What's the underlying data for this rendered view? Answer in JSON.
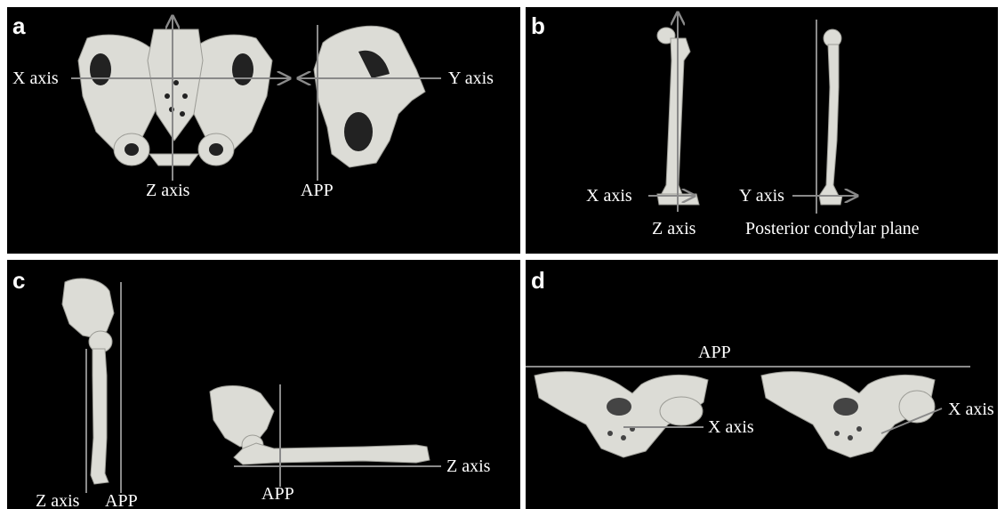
{
  "colors": {
    "background": "#000000",
    "separator": "#ffffff",
    "axis_line": "#8a8a8a",
    "bone": "#dcdcd6",
    "text": "#ffffff"
  },
  "panels": {
    "a": {
      "letter": "a",
      "labels": {
        "x_axis": "X axis",
        "z_axis": "Z axis",
        "y_axis": "Y axis",
        "app": "APP"
      }
    },
    "b": {
      "letter": "b",
      "labels": {
        "x_axis": "X axis",
        "z_axis": "Z axis",
        "y_axis": "Y axis",
        "posterior_condylar_plane": "Posterior condylar plane"
      }
    },
    "c": {
      "letter": "c",
      "labels": {
        "z_axis_left": "Z axis",
        "app_left": "APP",
        "app_center": "APP",
        "z_axis_right": "Z axis"
      }
    },
    "d": {
      "letter": "d",
      "labels": {
        "app": "APP",
        "x_axis_left": "X axis",
        "x_axis_right": "X axis"
      }
    }
  },
  "icons": {
    "pelvis_front": "pelvis-front-icon",
    "pelvis_side": "pelvis-side-icon",
    "femur_front": "femur-front-icon",
    "femur_side": "femur-side-icon",
    "pelvis_femur_standing": "pelvis-femur-standing-icon",
    "pelvis_femur_flexed": "pelvis-femur-flexed-icon",
    "pelvis_axial": "pelvis-axial-icon"
  }
}
